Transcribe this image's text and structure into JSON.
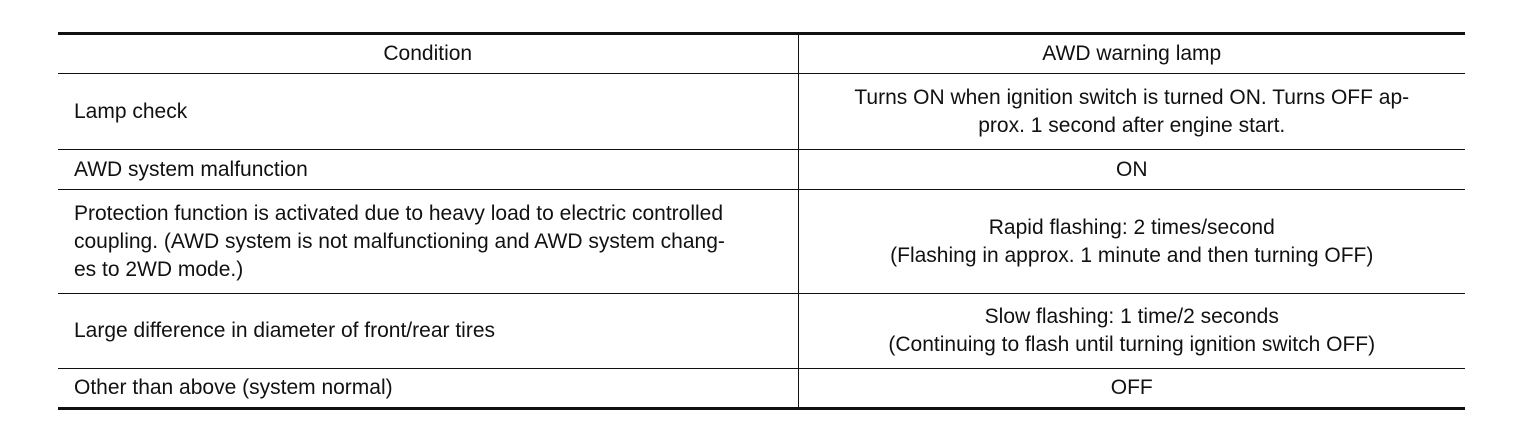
{
  "table": {
    "headers": {
      "condition": "Condition",
      "lamp": "AWD warning lamp"
    },
    "rows": [
      {
        "condition": [
          "Lamp check"
        ],
        "lamp": [
          "Turns ON when ignition switch is turned ON. Turns OFF ap-",
          "prox. 1 second after engine start."
        ]
      },
      {
        "condition": [
          "AWD system malfunction"
        ],
        "lamp": [
          "ON"
        ]
      },
      {
        "condition": [
          "Protection function is activated due to heavy load to electric controlled",
          "coupling. (AWD system is not malfunctioning and AWD system chang-",
          "es to 2WD mode.)"
        ],
        "lamp": [
          "Rapid flashing: 2 times/second",
          "(Flashing in approx. 1 minute and then turning OFF)"
        ]
      },
      {
        "condition": [
          "Large difference in diameter of front/rear tires"
        ],
        "lamp": [
          "Slow flashing: 1 time/2 seconds",
          "(Continuing to flash until turning ignition switch OFF)"
        ]
      },
      {
        "condition": [
          "Other than above (system normal)"
        ],
        "lamp": [
          "OFF"
        ]
      }
    ]
  }
}
